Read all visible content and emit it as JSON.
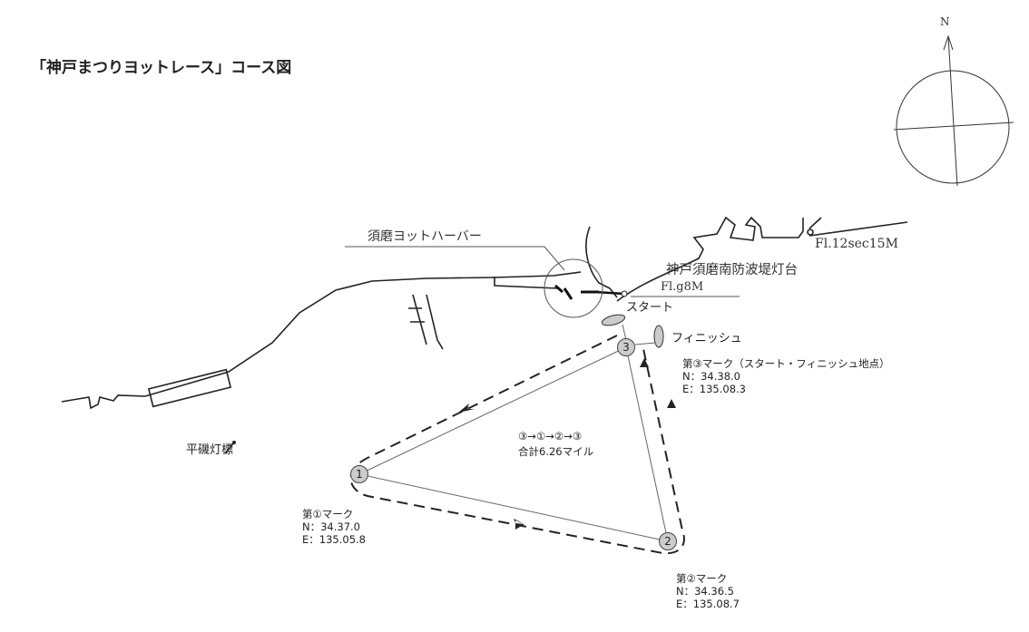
{
  "title": "「神戸まつりヨットレース」コース図",
  "compass": {
    "north": "N"
  },
  "labels": {
    "harbor": "須磨ヨットハーバー",
    "light1": "Fl.12sec15M",
    "lighthouse": "神戸須磨南防波堤灯台",
    "light2": "Fl.g8M",
    "start": "スタート",
    "finish": "フィニッシュ",
    "hiraiso": "平磯灯標"
  },
  "course": {
    "order": "③→①→②→③",
    "total": "合計6.26マイル"
  },
  "marks": [
    {
      "num": "1",
      "name": "第①マーク",
      "n": "N：34.37.0",
      "e": "E：135.05.8"
    },
    {
      "num": "2",
      "name": "第②マーク",
      "n": "N：34.36.5",
      "e": "E：135.08.7"
    },
    {
      "num": "3",
      "name": "第③マーク（スタート・フィニッシュ地点）",
      "n": "N：34.38.0",
      "e": "E：135.08.3"
    }
  ]
}
